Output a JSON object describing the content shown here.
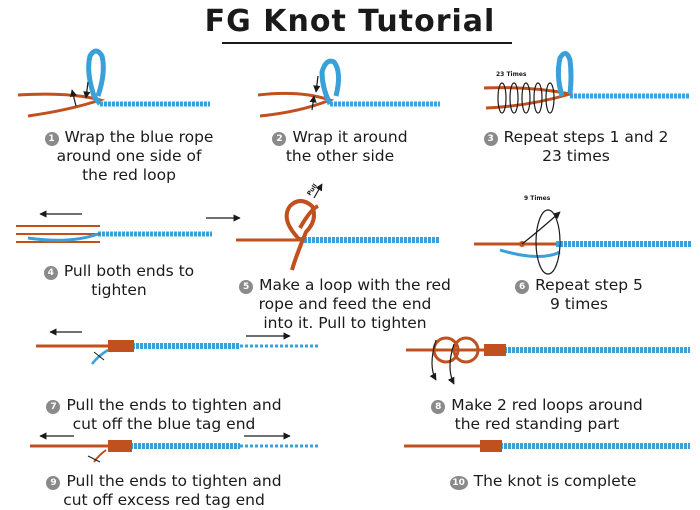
{
  "title": "FG Knot Tutorial",
  "colors": {
    "blue_rope": "#3aa0d8",
    "red_rope": "#c0501e",
    "arrow": "#1a1a1a"
  },
  "figure_labels": {
    "step3_count": "23 Times",
    "step5_pull": "Pull",
    "step6_count": "9 Times"
  },
  "steps": [
    {
      "number": "1",
      "lines": [
        "Wrap the blue rope",
        "around one side of",
        "the red loop"
      ]
    },
    {
      "number": "2",
      "lines": [
        "Wrap it around",
        "the other side"
      ]
    },
    {
      "number": "3",
      "lines": [
        "Repeat steps 1 and 2",
        "23 times"
      ]
    },
    {
      "number": "4",
      "lines": [
        "Pull both ends to",
        "tighten"
      ]
    },
    {
      "number": "5",
      "lines": [
        "Make a loop with the red",
        "rope and feed the end",
        "into it. Pull to tighten"
      ]
    },
    {
      "number": "6",
      "lines": [
        "Repeat step 5",
        "9 times"
      ]
    },
    {
      "number": "7",
      "lines": [
        "Pull the ends to tighten and",
        "cut off the blue tag end"
      ]
    },
    {
      "number": "8",
      "lines": [
        "Make 2 red loops around",
        "the red standing part"
      ]
    },
    {
      "number": "9",
      "lines": [
        "Pull the ends to tighten and",
        "cut off excess red tag end"
      ]
    },
    {
      "number": "10",
      "lines": [
        "The knot is complete"
      ]
    }
  ]
}
